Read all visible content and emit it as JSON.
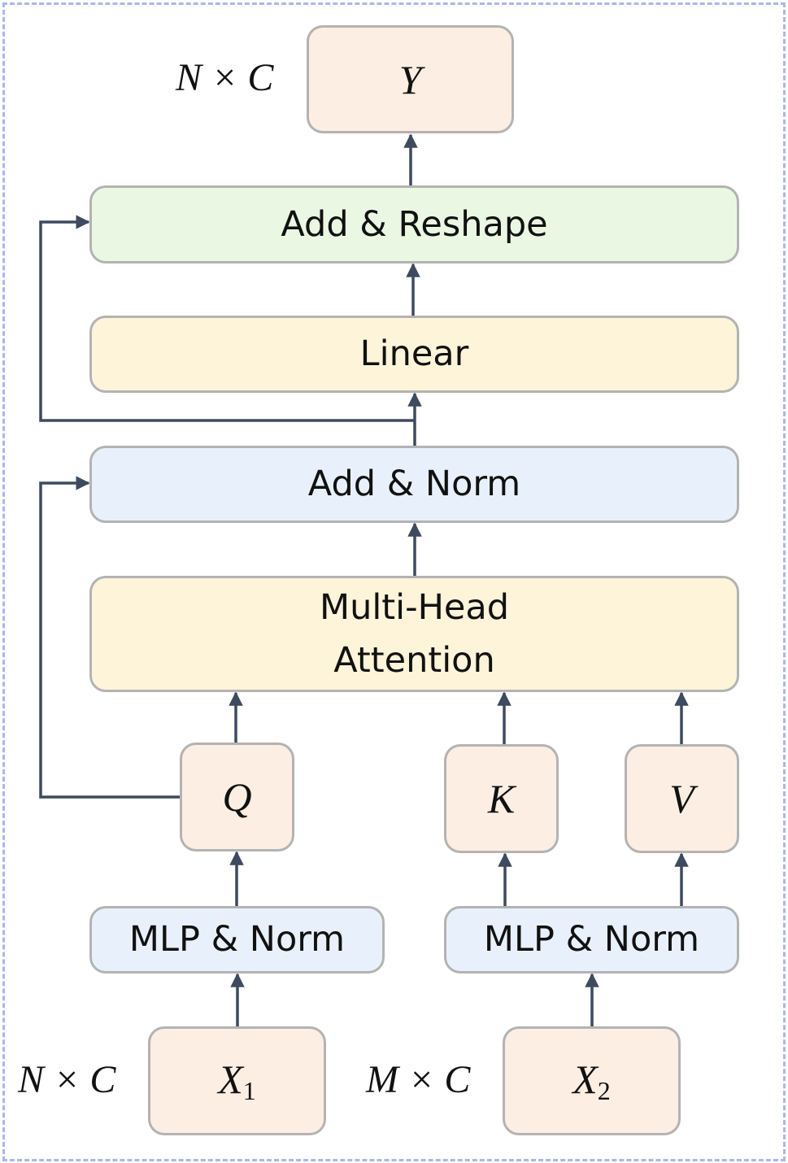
{
  "diagram": {
    "output": {
      "symbol": "Y",
      "shape": "N × C"
    },
    "add_reshape": "Add & Reshape",
    "linear": "Linear",
    "add_norm": "Add & Norm",
    "attention_line1": "Multi-Head",
    "attention_line2": "Attention",
    "query": "Q",
    "key": "K",
    "value": "V",
    "mlp_norm_left": "MLP & Norm",
    "mlp_norm_right": "MLP & Norm",
    "input1": {
      "symbol": "X",
      "subscript": "1",
      "shape": "N × C"
    },
    "input2": {
      "symbol": "X",
      "subscript": "2",
      "shape": "M × C"
    }
  },
  "colors": {
    "io_fill": "#fdeee3",
    "reshape_fill": "#eaf7e3",
    "linear_fill": "#fdf4d9",
    "norm_fill": "#e8f1fb",
    "border": "#b3b3b3",
    "arrow": "#3d4a5f",
    "frame": "#a9b8e6"
  }
}
